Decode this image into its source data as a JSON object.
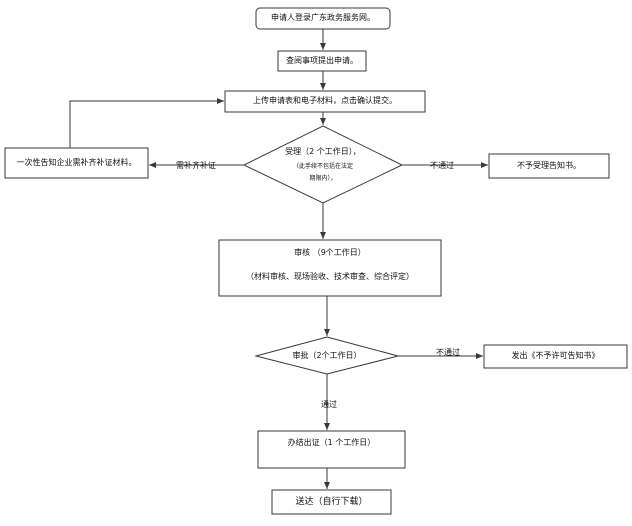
{
  "nodes": {
    "apply": "申请人登录广东政务服务网。",
    "submit": "查阅事项提出申请。",
    "upload": "上传申请表和电子材料，点击确认提交。",
    "accept_title": "受理（2 个工作日），",
    "accept_note_1": "（此手续不包括在法定",
    "accept_note_2": "期限内），",
    "supplement": "一次性告知企业需补齐补证材料。",
    "reject_notice": "不予受理告知书。",
    "review_title": "审核  （9个工作日）",
    "review_detail": "（材料审核、现场验收、技术审查、综合评定）",
    "approve": "审批（2个工作日）",
    "deny_permit": "发出《不予许可告知书》",
    "issue_cert": "办结出证（1 个工作日）",
    "deliver": "送达（自行下载）"
  },
  "edge_labels": {
    "need_supplement": "需补齐补证",
    "not_pass_accept": "不通过",
    "not_pass_approve": "不通过",
    "pass": "通过"
  },
  "colors": {
    "stroke": "#3a3a3a",
    "fill": "#ffffff"
  }
}
